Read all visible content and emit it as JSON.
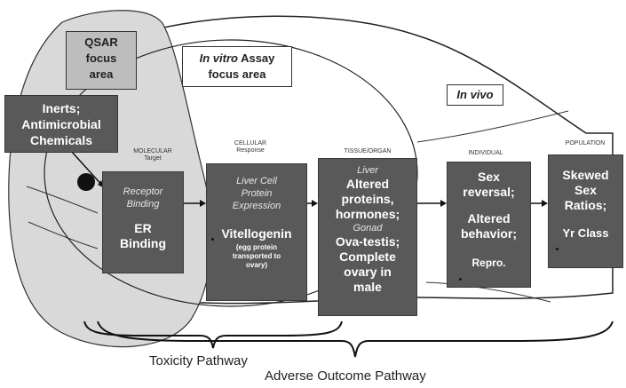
{
  "areas": {
    "qsar": [
      "QSAR",
      "focus",
      "area"
    ],
    "invitro": {
      "italic": "In vitro",
      "rest": " Assay",
      "line2": "focus area"
    },
    "invivo": "In vivo",
    "chemicals": [
      "Inerts;",
      "Antimicrobial",
      "Chemicals"
    ]
  },
  "levels": {
    "molecular": [
      "MOLECULAR",
      "Target"
    ],
    "cellular": [
      "CELLULAR",
      "Response"
    ],
    "tissue": [
      "TISSUE/ORGAN"
    ],
    "individual": [
      "INDIVIDUAL"
    ],
    "population": [
      "POPULATION"
    ]
  },
  "boxes": {
    "molecular": {
      "italic": [
        "Receptor",
        "Binding"
      ],
      "bold": [
        "ER",
        "Binding"
      ]
    },
    "cellular": {
      "italic": [
        "Liver Cell",
        "Protein",
        "Expression"
      ],
      "bold": [
        "Vitellogenin"
      ],
      "small": [
        "(egg protein",
        "transported to",
        "ovary)"
      ]
    },
    "tissue": {
      "italic1": "Liver",
      "bold1": [
        "Altered",
        "proteins,",
        "hormones;"
      ],
      "italic2": "Gonad",
      "bold2": [
        "Ova-testis;",
        "Complete",
        "ovary in",
        "male"
      ]
    },
    "individual": {
      "bold": [
        "Sex",
        "reversal;",
        "",
        "Altered",
        "behavior;",
        "",
        "Repro."
      ]
    },
    "population": {
      "bold": [
        "Skewed",
        "Sex",
        "Ratios;",
        "",
        "Yr Class"
      ]
    }
  },
  "pathways": {
    "toxicity": "Toxicity Pathway",
    "adverse": "Adverse Outcome Pathway"
  },
  "colors": {
    "box_fill": "#595959",
    "qsar_fill": "#bdbdbd",
    "head_fill": "#d9d9d9"
  }
}
